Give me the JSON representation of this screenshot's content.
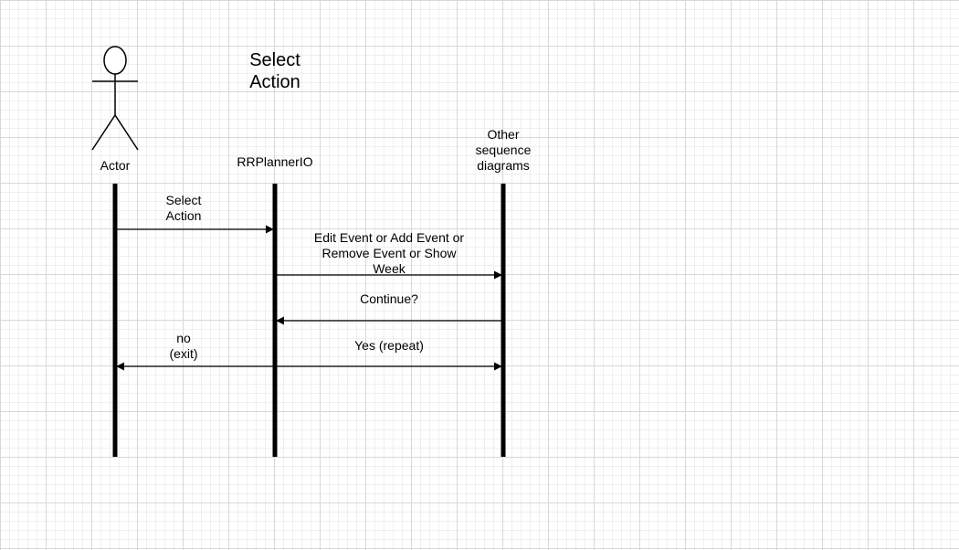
{
  "diagram": {
    "title": "Select\nAction",
    "participants": {
      "actor": "Actor",
      "io": "RRPlannerIO",
      "other": "Other\nsequence\ndiagrams"
    },
    "messages": {
      "select_action": "Select\nAction",
      "edit_event": "Edit Event or Add Event or\nRemove Event or Show\nWeek",
      "continue": "Continue?",
      "yes_repeat": "Yes (repeat)",
      "no_exit": "no\n(exit)"
    }
  },
  "colors": {
    "line": "#000000",
    "grid_major": "#d8d8d8",
    "grid_minor": "#efefef",
    "background": "#ffffff"
  }
}
